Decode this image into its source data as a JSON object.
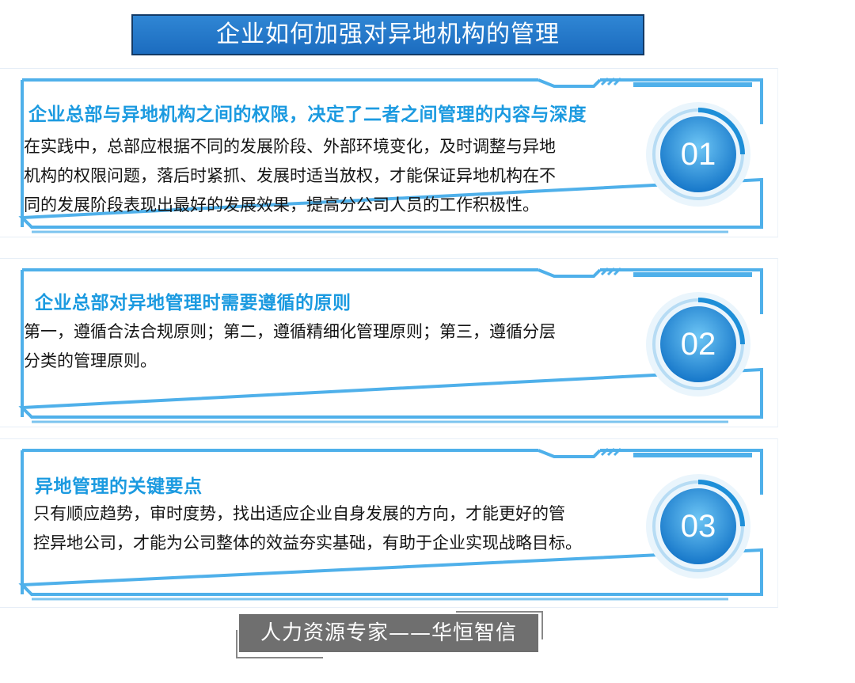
{
  "title": "企业如何加强对异地机构的管理",
  "cards": [
    {
      "number": "01",
      "heading": "企业总部与异地机构之间的权限，决定了二者之间管理的内容与深度",
      "lines": [
        "在实践中，总部应根据不同的发展阶段、外部环境变化，及时调整与异地",
        "机构的权限问题，落后时紧抓、发展时适当放权，才能保证异地机构在不",
        "同的发展阶段表现出最好的发展效果，提高分公司人员的工作积极性。"
      ]
    },
    {
      "number": "02",
      "heading": "企业总部对异地管理时需要遵循的原则",
      "lines": [
        "第一，遵循合法合规原则；第二，遵循精细化管理原则；第三，遵循分层",
        "分类的管理原则。"
      ]
    },
    {
      "number": "03",
      "heading": "异地管理的关键要点",
      "lines": [
        "只有顺应趋势，审时度势，找出适应企业自身发展的方向，才能更好的管",
        "控异地公司，才能为公司整体的效益夯实基础，有助于企业实现战略目标。"
      ]
    }
  ],
  "footer": "人力资源专家——华恒智信",
  "colors": {
    "title_bg": "#1c6cbf",
    "heading": "#1b9ae0",
    "frame": "#4fb0ea",
    "badge": "#1e8fd8",
    "footer_bg": "#6f6f6f"
  }
}
